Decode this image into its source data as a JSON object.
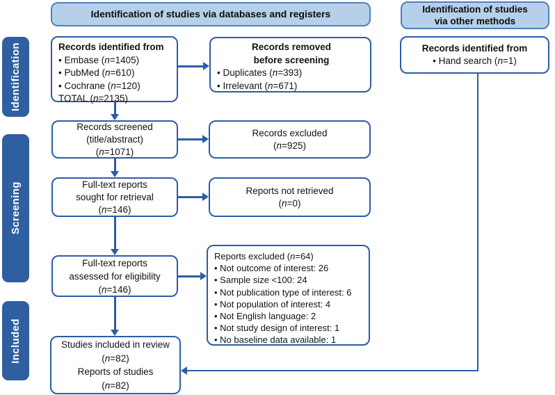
{
  "headers": {
    "databases": "Identification of studies via databases and registers",
    "other_lines": [
      "Identification of studies",
      "via other methods"
    ]
  },
  "sidebar": {
    "identification": "Identification",
    "screening": "Screening",
    "included": "Included"
  },
  "boxes": {
    "records_identified": {
      "title": "Records identified from",
      "lines": [
        "• Embase (n=1405)",
        "• PubMed (n=610)",
        "• Cochrane (n=120)",
        "TOTAL (n=2135)"
      ]
    },
    "records_removed": {
      "title_lines": [
        "Records removed",
        "before screening"
      ],
      "lines": [
        "• Duplicates (n=393)",
        "• Irrelevant (n=671)"
      ]
    },
    "hand_search": {
      "title": "Records identified from",
      "lines": [
        "• Hand search (n=1)"
      ]
    },
    "records_screened": {
      "lines": [
        "Records screened",
        "(title/abstract)",
        "(n=1071)"
      ]
    },
    "records_excluded": {
      "lines": [
        "Records excluded",
        "(n=925)"
      ]
    },
    "fulltext_sought": {
      "lines": [
        "Full-text reports",
        "sought for retrieval",
        "(n=146)"
      ]
    },
    "reports_not_retrieved": {
      "lines": [
        "Reports not retrieved",
        "(n=0)"
      ]
    },
    "fulltext_assessed": {
      "lines": [
        "Full-text reports",
        "assessed for eligibility",
        "(n=146)"
      ]
    },
    "reports_excluded": {
      "title": "Reports excluded (n=64)",
      "lines": [
        "• Not outcome of interest: 26",
        "• Sample size <100: 24",
        "• Not publication type of interest: 6",
        "• Not population of interest: 4",
        "• Not English language: 2",
        "• Not study design of interest: 1",
        "• No baseline data available: 1"
      ]
    },
    "studies_included": {
      "lines": [
        "Studies included in review",
        "(n=82)",
        "Reports of studies",
        "(n=82)"
      ]
    }
  },
  "colors": {
    "accent_blue": "#2b5ca6",
    "sidebar_blue": "#2f5fa0",
    "header_fill": "#b5d0e8",
    "header_border": "#4d7ebf",
    "text": "#111111",
    "background": "#ffffff"
  }
}
